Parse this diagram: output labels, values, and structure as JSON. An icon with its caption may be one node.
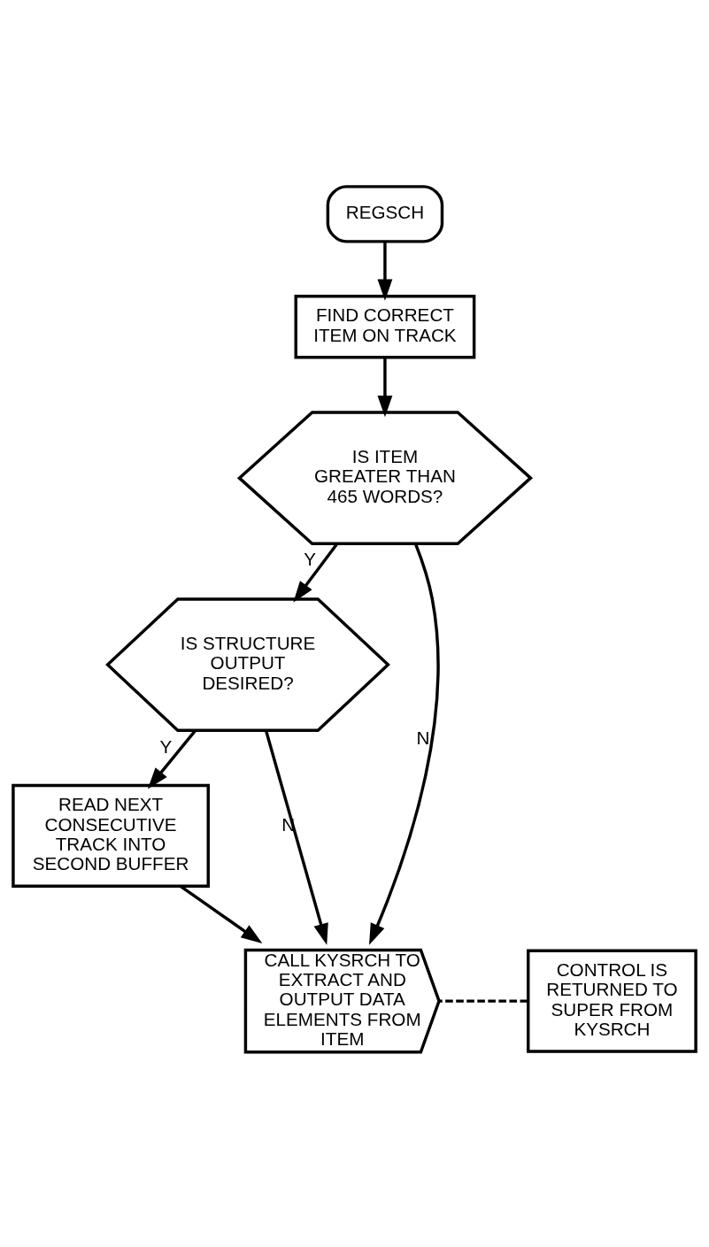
{
  "diagram": {
    "nodes": [
      {
        "text": [
          "REGSCH"
        ]
      },
      {
        "text": [
          "FIND CORRECT ITEM ON TRACK"
        ]
      },
      {
        "text": [
          "IS ITEM GREATER THAN 465 WORDS?"
        ]
      },
      {
        "text": [
          "IS STRUCTURE OUTPUT DESIRED?"
        ]
      },
      {
        "text": [
          "READ NEXT CONSECUTIVE TRACK INTO SECOND BUFFER"
        ]
      },
      {
        "text": [
          "CALL KYSRCH TO EXTRACT AND OUTPUT DATA ELEMENTS FROM ITEM"
        ]
      },
      {
        "text": [
          "CONTROL IS RETURNED TO SUPER FROM KYSRCH"
        ]
      }
    ],
    "edges": [
      {
        "from": 0,
        "to": 1,
        "arrow": "to"
      },
      {
        "from": 1,
        "to": 2,
        "arrow": "to"
      },
      {
        "from": 2,
        "to": 3,
        "arrow": "to",
        "label": "Y"
      },
      {
        "from": 2,
        "to": 5,
        "arrow": "to",
        "label": "N"
      },
      {
        "from": 3,
        "to": 4,
        "arrow": "to",
        "label": "Y"
      },
      {
        "from": 3,
        "to": 5,
        "arrow": "to",
        "label": "N"
      },
      {
        "from": 4,
        "to": 5,
        "arrow": "to"
      },
      {
        "from": 6,
        "to": 5,
        "arrow": "none",
        "style": "dashed"
      }
    ]
  }
}
